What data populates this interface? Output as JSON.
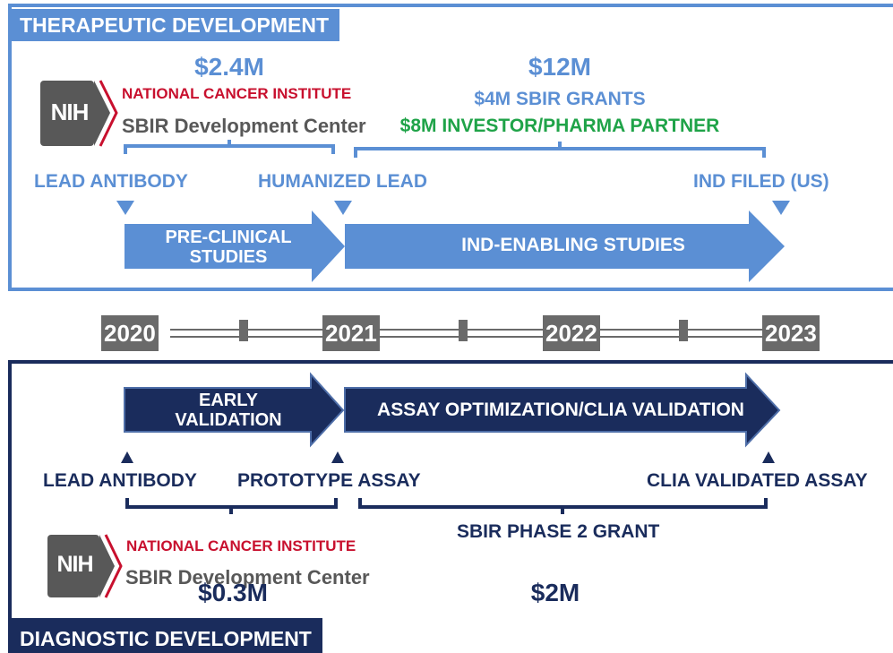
{
  "therapeutic": {
    "title": "THERAPEUTIC DEVELOPMENT",
    "nih_logo": {
      "mark": "NIH",
      "org": "NATIONAL CANCER INSTITUTE",
      "center": "SBIR Development Center"
    },
    "funding_1": "$2.4M",
    "funding_2": "$12M",
    "grants": "$4M SBIR GRANTS",
    "partner": "$8M INVESTOR/PHARMA PARTNER",
    "milestones": [
      "LEAD ANTIBODY",
      "HUMANIZED LEAD",
      "IND FILED (US)"
    ],
    "phase_1": "PRE-CLINICAL STUDIES",
    "phase_1_line1": "PRE-CLINICAL",
    "phase_1_line2": "STUDIES",
    "phase_2": "IND-ENABLING STUDIES"
  },
  "timeline": {
    "years": [
      "2020",
      "2021",
      "2022",
      "2023"
    ]
  },
  "diagnostic": {
    "title": "DIAGNOSTIC DEVELOPMENT",
    "nih_logo": {
      "mark": "NIH",
      "org": "NATIONAL CANCER INSTITUTE",
      "center": "SBIR Development Center"
    },
    "phase_1_line1": "EARLY",
    "phase_1_line2": "VALIDATION",
    "phase_2": "ASSAY OPTIMIZATION/CLIA VALIDATION",
    "milestones": [
      "LEAD ANTIBODY",
      "PROTOTYPE ASSAY",
      "CLIA VALIDATED ASSAY"
    ],
    "grant": "SBIR PHASE 2 GRANT",
    "funding_1": "$0.3M",
    "funding_2": "$2M"
  },
  "colors": {
    "light_blue": "#5b8fd4",
    "dark_navy": "#1a2c5c",
    "green": "#1fa348",
    "nih_red": "#c8102e",
    "timeline_gray": "#6a6a6a"
  }
}
